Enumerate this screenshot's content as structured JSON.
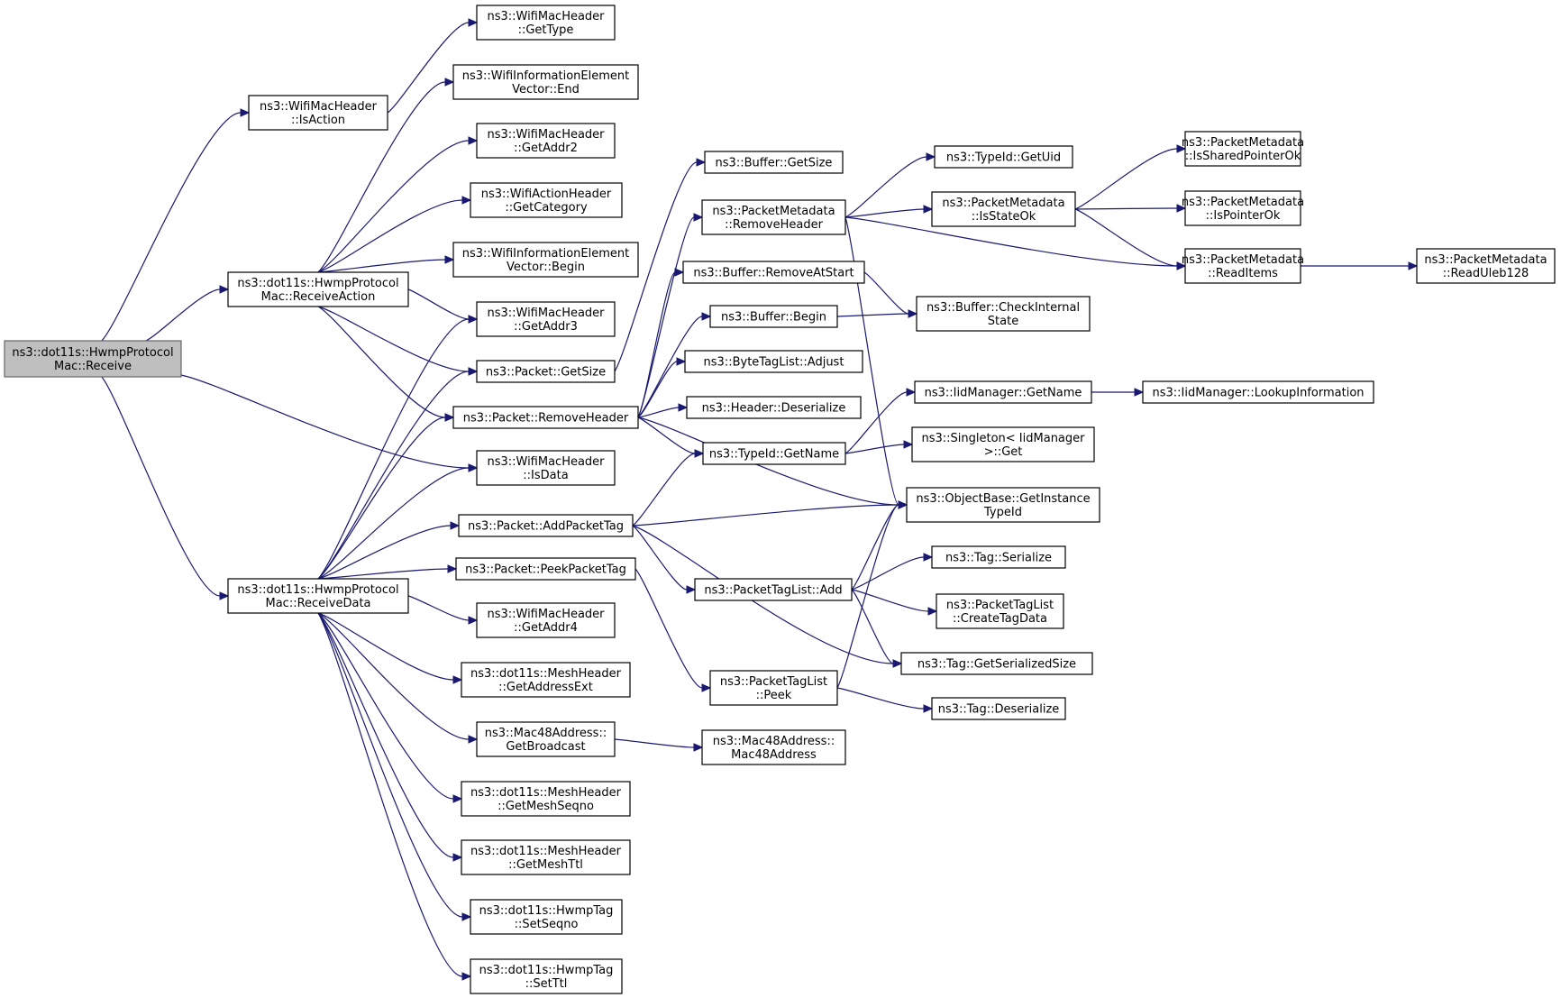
{
  "graph": {
    "root": "receive",
    "nodes": [
      {
        "id": "receive",
        "lines": [
          "ns3::dot11s::HwmpProtocol",
          "Mac::Receive"
        ]
      },
      {
        "id": "isAction",
        "lines": [
          "ns3::WifiMacHeader",
          "::IsAction"
        ]
      },
      {
        "id": "receiveAction",
        "lines": [
          "ns3::dot11s::HwmpProtocol",
          "Mac::ReceiveAction"
        ]
      },
      {
        "id": "receiveData",
        "lines": [
          "ns3::dot11s::HwmpProtocol",
          "Mac::ReceiveData"
        ]
      },
      {
        "id": "isData",
        "lines": [
          "ns3::WifiMacHeader",
          "::IsData"
        ]
      },
      {
        "id": "getType",
        "lines": [
          "ns3::WifiMacHeader",
          "::GetType"
        ]
      },
      {
        "id": "infoEnd",
        "lines": [
          "ns3::WifiInformationElement",
          "Vector::End"
        ]
      },
      {
        "id": "getAddr2",
        "lines": [
          "ns3::WifiMacHeader",
          "::GetAddr2"
        ]
      },
      {
        "id": "getCategory",
        "lines": [
          "ns3::WifiActionHeader",
          "::GetCategory"
        ]
      },
      {
        "id": "infoBegin",
        "lines": [
          "ns3::WifiInformationElement",
          "Vector::Begin"
        ]
      },
      {
        "id": "getAddr3",
        "lines": [
          "ns3::WifiMacHeader",
          "::GetAddr3"
        ]
      },
      {
        "id": "pktGetSize",
        "lines": [
          "ns3::Packet::GetSize"
        ]
      },
      {
        "id": "pktRemoveHeader",
        "lines": [
          "ns3::Packet::RemoveHeader"
        ]
      },
      {
        "id": "addPacketTag",
        "lines": [
          "ns3::Packet::AddPacketTag"
        ]
      },
      {
        "id": "peekPacketTag",
        "lines": [
          "ns3::Packet::PeekPacketTag"
        ]
      },
      {
        "id": "getAddr4",
        "lines": [
          "ns3::WifiMacHeader",
          "::GetAddr4"
        ]
      },
      {
        "id": "getAddressExt",
        "lines": [
          "ns3::dot11s::MeshHeader",
          "::GetAddressExt"
        ]
      },
      {
        "id": "getBroadcast",
        "lines": [
          "ns3::Mac48Address::",
          "GetBroadcast"
        ]
      },
      {
        "id": "getMeshSeqno",
        "lines": [
          "ns3::dot11s::MeshHeader",
          "::GetMeshSeqno"
        ]
      },
      {
        "id": "getMeshTtl",
        "lines": [
          "ns3::dot11s::MeshHeader",
          "::GetMeshTtl"
        ]
      },
      {
        "id": "setSeqno",
        "lines": [
          "ns3::dot11s::HwmpTag",
          "::SetSeqno"
        ]
      },
      {
        "id": "setTtl",
        "lines": [
          "ns3::dot11s::HwmpTag",
          "::SetTtl"
        ]
      },
      {
        "id": "bufGetSize",
        "lines": [
          "ns3::Buffer::GetSize"
        ]
      },
      {
        "id": "pmRemoveHeader",
        "lines": [
          "ns3::PacketMetadata",
          "::RemoveHeader"
        ]
      },
      {
        "id": "bufRemoveAtStart",
        "lines": [
          "ns3::Buffer::RemoveAtStart"
        ]
      },
      {
        "id": "bufBegin",
        "lines": [
          "ns3::Buffer::Begin"
        ]
      },
      {
        "id": "btlAdjust",
        "lines": [
          "ns3::ByteTagList::Adjust"
        ]
      },
      {
        "id": "hdrDeserialize",
        "lines": [
          "ns3::Header::Deserialize"
        ]
      },
      {
        "id": "typeIdGetName",
        "lines": [
          "ns3::TypeId::GetName"
        ]
      },
      {
        "id": "ptlAdd",
        "lines": [
          "ns3::PacketTagList::Add"
        ]
      },
      {
        "id": "ptlPeek",
        "lines": [
          "ns3::PacketTagList",
          "::Peek"
        ]
      },
      {
        "id": "mac48Address",
        "lines": [
          "ns3::Mac48Address::",
          "Mac48Address"
        ]
      },
      {
        "id": "typeIdGetUid",
        "lines": [
          "ns3::TypeId::GetUid"
        ]
      },
      {
        "id": "pmIsStateOk",
        "lines": [
          "ns3::PacketMetadata",
          "::IsStateOk"
        ]
      },
      {
        "id": "bufCheckInternalState",
        "lines": [
          "ns3::Buffer::CheckInternal",
          "State"
        ]
      },
      {
        "id": "iidGetName",
        "lines": [
          "ns3::IidManager::GetName"
        ]
      },
      {
        "id": "singletonGet",
        "lines": [
          "ns3::Singleton< IidManager",
          ">::Get"
        ]
      },
      {
        "id": "getInstanceTypeId",
        "lines": [
          "ns3::ObjectBase::GetInstance",
          "TypeId"
        ]
      },
      {
        "id": "tagSerialize",
        "lines": [
          "ns3::Tag::Serialize"
        ]
      },
      {
        "id": "ptlCreateTagData",
        "lines": [
          "ns3::PacketTagList",
          "::CreateTagData"
        ]
      },
      {
        "id": "tagGetSerializedSize",
        "lines": [
          "ns3::Tag::GetSerializedSize"
        ]
      },
      {
        "id": "tagDeserialize",
        "lines": [
          "ns3::Tag::Deserialize"
        ]
      },
      {
        "id": "pmIsSharedPointerOk",
        "lines": [
          "ns3::PacketMetadata",
          "::IsSharedPointerOk"
        ]
      },
      {
        "id": "pmIsPointerOk",
        "lines": [
          "ns3::PacketMetadata",
          "::IsPointerOk"
        ]
      },
      {
        "id": "pmReadItems",
        "lines": [
          "ns3::PacketMetadata",
          "::ReadItems"
        ]
      },
      {
        "id": "iidLookupInformation",
        "lines": [
          "ns3::IidManager::LookupInformation"
        ]
      },
      {
        "id": "pmReadUleb128",
        "lines": [
          "ns3::PacketMetadata",
          "::ReadUleb128"
        ]
      }
    ],
    "edges": [
      [
        "receive",
        "isAction"
      ],
      [
        "receive",
        "receiveAction"
      ],
      [
        "receive",
        "isData"
      ],
      [
        "receive",
        "receiveData"
      ],
      [
        "isAction",
        "getType"
      ],
      [
        "receiveAction",
        "infoEnd"
      ],
      [
        "receiveAction",
        "getAddr2"
      ],
      [
        "receiveAction",
        "getCategory"
      ],
      [
        "receiveAction",
        "infoBegin"
      ],
      [
        "receiveAction",
        "getAddr3"
      ],
      [
        "receiveAction",
        "pktGetSize"
      ],
      [
        "receiveAction",
        "pktRemoveHeader"
      ],
      [
        "receiveData",
        "getAddr3"
      ],
      [
        "receiveData",
        "pktGetSize"
      ],
      [
        "receiveData",
        "pktRemoveHeader"
      ],
      [
        "receiveData",
        "isData"
      ],
      [
        "receiveData",
        "addPacketTag"
      ],
      [
        "receiveData",
        "peekPacketTag"
      ],
      [
        "receiveData",
        "getAddr4"
      ],
      [
        "receiveData",
        "getAddressExt"
      ],
      [
        "receiveData",
        "getBroadcast"
      ],
      [
        "receiveData",
        "getMeshSeqno"
      ],
      [
        "receiveData",
        "getMeshTtl"
      ],
      [
        "receiveData",
        "setSeqno"
      ],
      [
        "receiveData",
        "setTtl"
      ],
      [
        "pktGetSize",
        "bufGetSize"
      ],
      [
        "pktRemoveHeader",
        "pmRemoveHeader"
      ],
      [
        "pktRemoveHeader",
        "bufRemoveAtStart"
      ],
      [
        "pktRemoveHeader",
        "bufBegin"
      ],
      [
        "pktRemoveHeader",
        "btlAdjust"
      ],
      [
        "pktRemoveHeader",
        "hdrDeserialize"
      ],
      [
        "pktRemoveHeader",
        "typeIdGetName"
      ],
      [
        "pktRemoveHeader",
        "getInstanceTypeId"
      ],
      [
        "addPacketTag",
        "typeIdGetName"
      ],
      [
        "addPacketTag",
        "ptlAdd"
      ],
      [
        "addPacketTag",
        "getInstanceTypeId"
      ],
      [
        "addPacketTag",
        "tagGetSerializedSize"
      ],
      [
        "peekPacketTag",
        "ptlPeek"
      ],
      [
        "getBroadcast",
        "mac48Address"
      ],
      [
        "pmRemoveHeader",
        "typeIdGetUid"
      ],
      [
        "pmRemoveHeader",
        "pmIsStateOk"
      ],
      [
        "pmRemoveHeader",
        "pmReadItems"
      ],
      [
        "pmRemoveHeader",
        "getInstanceTypeId"
      ],
      [
        "bufRemoveAtStart",
        "bufCheckInternalState"
      ],
      [
        "bufBegin",
        "bufCheckInternalState"
      ],
      [
        "typeIdGetName",
        "iidGetName"
      ],
      [
        "typeIdGetName",
        "singletonGet"
      ],
      [
        "pmIsStateOk",
        "pmIsSharedPointerOk"
      ],
      [
        "pmIsStateOk",
        "pmIsPointerOk"
      ],
      [
        "pmIsStateOk",
        "pmReadItems"
      ],
      [
        "pmReadItems",
        "pmReadUleb128"
      ],
      [
        "iidGetName",
        "iidLookupInformation"
      ],
      [
        "ptlAdd",
        "getInstanceTypeId"
      ],
      [
        "ptlAdd",
        "tagSerialize"
      ],
      [
        "ptlAdd",
        "ptlCreateTagData"
      ],
      [
        "ptlAdd",
        "tagGetSerializedSize"
      ],
      [
        "ptlPeek",
        "getInstanceTypeId"
      ],
      [
        "ptlPeek",
        "tagDeserialize"
      ]
    ]
  },
  "colors": {
    "edge": "#191970",
    "node_border": "#000000",
    "root_fill": "#bfbfbf",
    "root_border": "#666666"
  }
}
